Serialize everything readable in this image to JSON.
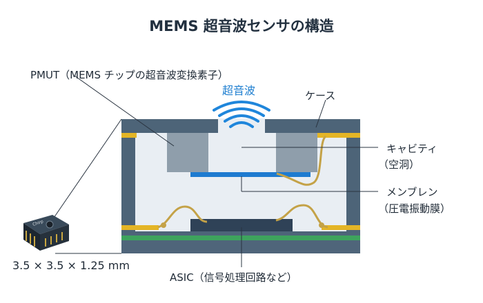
{
  "title": "MEMS 超音波センサの構造",
  "labels": {
    "pmut": "PMUT（MEMS チップの超音波変換素子）",
    "ultrasound": "超音波",
    "case": "ケース",
    "cavity_line1": "キャビティ",
    "cavity_line2": "（空洞）",
    "membrane_line1": "メンブレン",
    "membrane_line2": "（圧電振動膜）",
    "dimensions": "3.5 × 3.5 × 1.25 mm",
    "asic": "ASIC（信号処理回路など）"
  },
  "chip_logo": "Chirp",
  "colors": {
    "case": "#4d6478",
    "interior": "#e9eef3",
    "pmut_block": "#8f9eab",
    "membrane": "#1e7bd0",
    "asic": "#2f4257",
    "pad": "#e4b526",
    "wire": "#c4a247",
    "pcb_green": "#3ea35d",
    "waves": "#1f86db"
  }
}
